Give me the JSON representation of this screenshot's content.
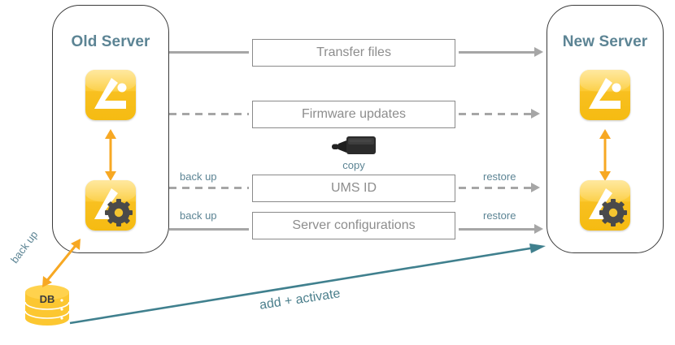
{
  "diagram": {
    "title_old": "Old Server",
    "title_new": "New Server",
    "colors": {
      "accent_teal": "#5c8494",
      "arrow_teal": "#40808e",
      "icon_yellow": "#f8c020",
      "orange_arrow": "#f7a823",
      "connector_gray": "#a6a6a6",
      "box_text_gray": "#8d8d8d",
      "box_border": "#8a8a8a",
      "server_border": "#3a3a3a",
      "db_yellow": "#fcc731"
    },
    "old_server": {
      "label": "Old Server",
      "icons": [
        {
          "name": "ums-console-icon",
          "has_gear": false
        },
        {
          "name": "ums-server-gear-icon",
          "has_gear": true
        }
      ],
      "internal_arrow": "vertical-double-arrow"
    },
    "new_server": {
      "label": "New Server",
      "icons": [
        {
          "name": "ums-console-icon",
          "has_gear": false
        },
        {
          "name": "ums-server-gear-icon",
          "has_gear": true
        }
      ],
      "internal_arrow": "vertical-double-arrow"
    },
    "flows": [
      {
        "id": "transfer-files",
        "label": "Transfer files",
        "line_style": "solid",
        "left_label": "",
        "right_label": ""
      },
      {
        "id": "firmware-updates",
        "label": "Firmware updates",
        "line_style": "dashed",
        "left_label": "",
        "right_label": ""
      },
      {
        "id": "ums-id",
        "label": "UMS ID",
        "line_style": "dashed",
        "left_label": "back up",
        "right_label": "restore"
      },
      {
        "id": "server-configurations",
        "label": "Server configurations",
        "line_style": "solid",
        "left_label": "back up",
        "right_label": "restore"
      }
    ],
    "usb": {
      "icon_name": "usb-adapter-icon",
      "caption": "copy"
    },
    "database": {
      "icon_name": "database-cylinder-icon",
      "label": "DB",
      "backup_label": "back up"
    },
    "migration_arrow": {
      "label": "add + activate",
      "from": "database",
      "to": "new-server"
    }
  }
}
